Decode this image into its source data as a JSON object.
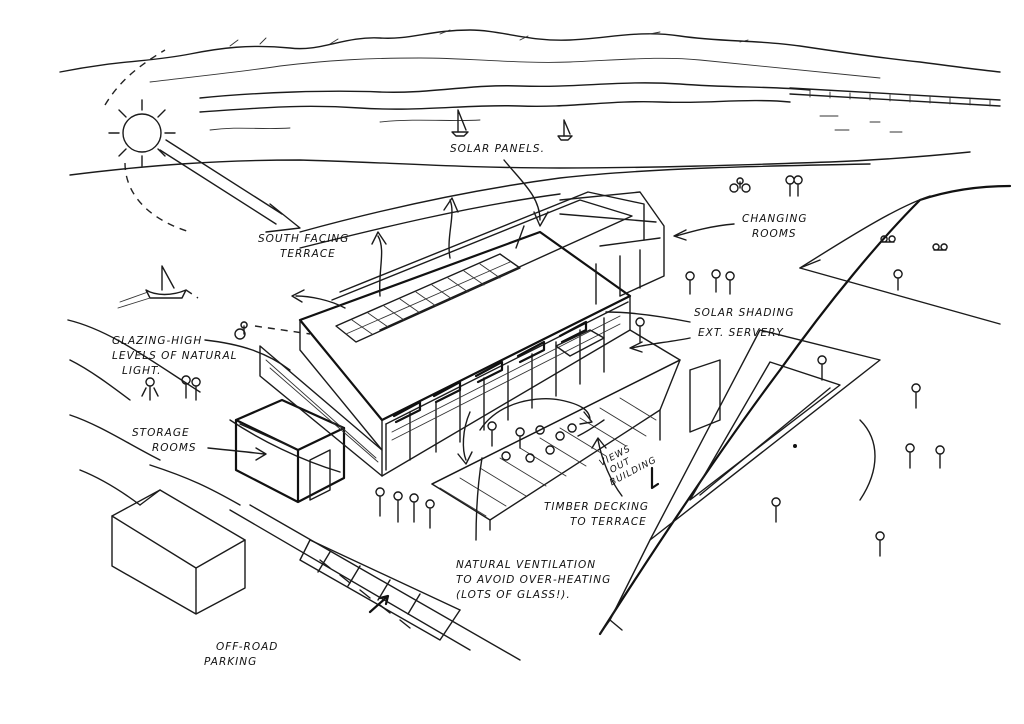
{
  "annotations": {
    "solar_panels": "SOLAR PANELS.",
    "changing_rooms": [
      "CHANGING",
      "ROOMS"
    ],
    "south_facing": [
      "SOUTH FACING",
      "TERRACE"
    ],
    "solar_shading": "SOLAR SHADING",
    "ext_servery": "EXT. SERVERY",
    "glazing": [
      "GLAZING-HIGH",
      "LEVELS OF NATURAL",
      "LIGHT."
    ],
    "storage": [
      "STORAGE",
      "ROOMS"
    ],
    "views": [
      "VIEWS",
      "OUT",
      "BUILDING"
    ],
    "timber": [
      "TIMBER DECKING",
      "TO TERRACE"
    ],
    "ventilation": [
      "NATURAL VENTILATION",
      "TO AVOID OVER-HEATING",
      "(LOTS OF GLASS!)."
    ],
    "parking": [
      "OFF-ROAD",
      "PARKING"
    ]
  }
}
